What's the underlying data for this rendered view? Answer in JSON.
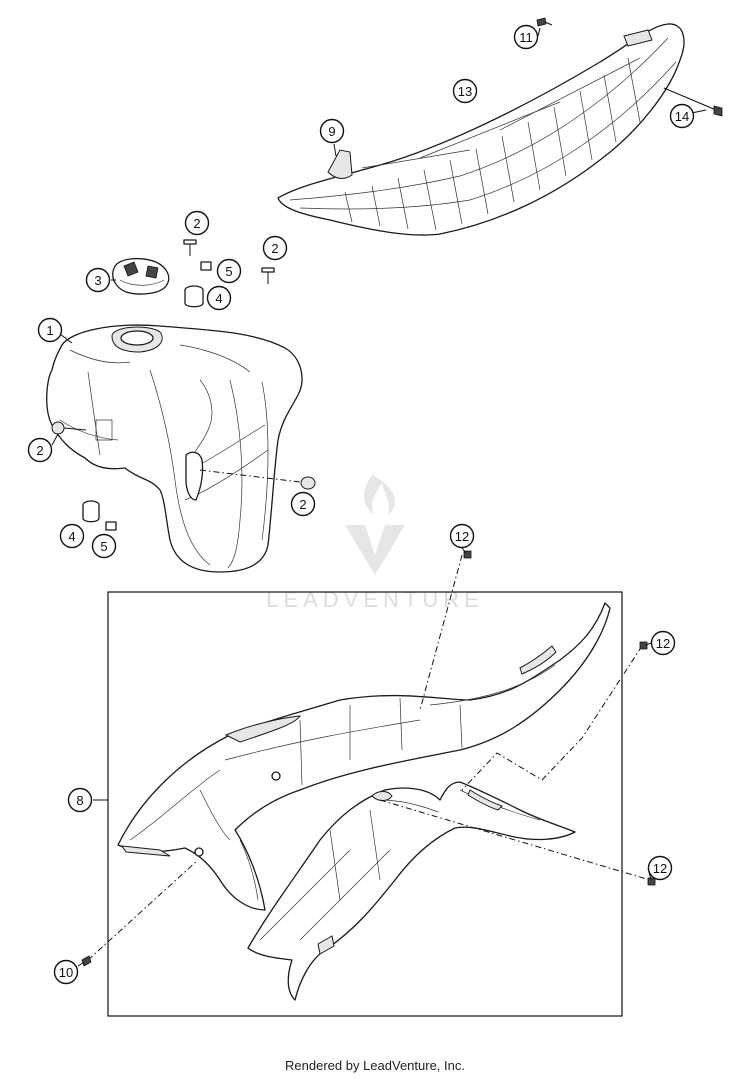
{
  "watermark": {
    "text": "LEADVENTURE",
    "color": "#d9d9d9"
  },
  "footer": {
    "text": "Rendered by LeadVenture, Inc."
  },
  "callouts": {
    "c1": "1",
    "c2a": "2",
    "c2b": "2",
    "c2c": "2",
    "c2d": "2",
    "c3": "3",
    "c4a": "4",
    "c4b": "4",
    "c5a": "5",
    "c5b": "5",
    "c8": "8",
    "c9": "9",
    "c10": "10",
    "c11": "11",
    "c12a": "12",
    "c12b": "12",
    "c12c": "12",
    "c13": "13",
    "c14": "14"
  },
  "colors": {
    "line": "#1a1a1a",
    "background": "#ffffff"
  }
}
